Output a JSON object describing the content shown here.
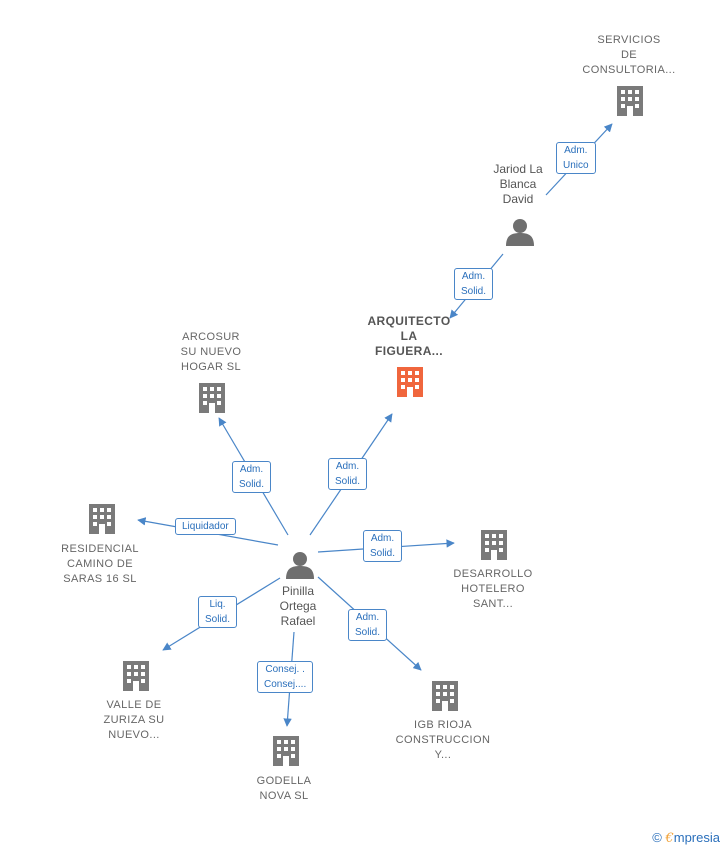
{
  "colors": {
    "edge": "#4a86c8",
    "building": "#7a7a7a",
    "building_main": "#f0663d",
    "person": "#6f6f6f",
    "label_text": "#666666",
    "edge_label_text": "#2a6fbb"
  },
  "nodes": {
    "servicios": {
      "lines": [
        "SERVICIOS",
        "DE",
        "CONSULTORIA..."
      ],
      "icon": "building-icon"
    },
    "arquitecto": {
      "lines": [
        "ARQUITECTO",
        "LA",
        "FIGUERA..."
      ],
      "icon": "building-icon"
    },
    "arcosur": {
      "lines": [
        "ARCOSUR",
        "SU NUEVO",
        "HOGAR SL"
      ],
      "icon": "building-icon"
    },
    "residencial": {
      "lines": [
        "RESIDENCIAL",
        "CAMINO DE",
        "SARAS 16 SL"
      ],
      "icon": "building-icon"
    },
    "desarrollo": {
      "lines": [
        "DESARROLLO",
        "HOTELERO",
        "SANT..."
      ],
      "icon": "building-icon"
    },
    "valle": {
      "lines": [
        "VALLE DE",
        "ZURIZA SU",
        "NUEVO..."
      ],
      "icon": "building-icon"
    },
    "godella": {
      "lines": [
        "GODELLA",
        "NOVA SL"
      ],
      "icon": "building-icon"
    },
    "igb": {
      "lines": [
        "IGB RIOJA",
        "CONSTRUCCION",
        "Y..."
      ],
      "icon": "building-icon"
    },
    "jariod": {
      "lines": [
        "Jariod La",
        "Blanca",
        "David"
      ],
      "icon": "person-icon"
    },
    "pinilla": {
      "lines": [
        "Pinilla",
        "Ortega",
        "Rafael"
      ],
      "icon": "person-icon"
    }
  },
  "edges": {
    "jariod_servicios": [
      "Adm.",
      "Unico"
    ],
    "jariod_arquitecto": [
      "Adm.",
      "Solid."
    ],
    "pinilla_arcosur": [
      "Adm.",
      "Solid."
    ],
    "pinilla_arquitecto": [
      "Adm.",
      "Solid."
    ],
    "pinilla_residencial": [
      "Liquidador"
    ],
    "pinilla_desarrollo": [
      "Adm.",
      "Solid."
    ],
    "pinilla_valle": [
      "Liq.",
      "Solid."
    ],
    "pinilla_igb": [
      "Adm.",
      "Solid."
    ],
    "pinilla_godella": [
      "Consej. .",
      "Consej...."
    ]
  },
  "watermark": {
    "copyright": "©",
    "brand_initial": "€",
    "brand_rest": "mpresia"
  }
}
